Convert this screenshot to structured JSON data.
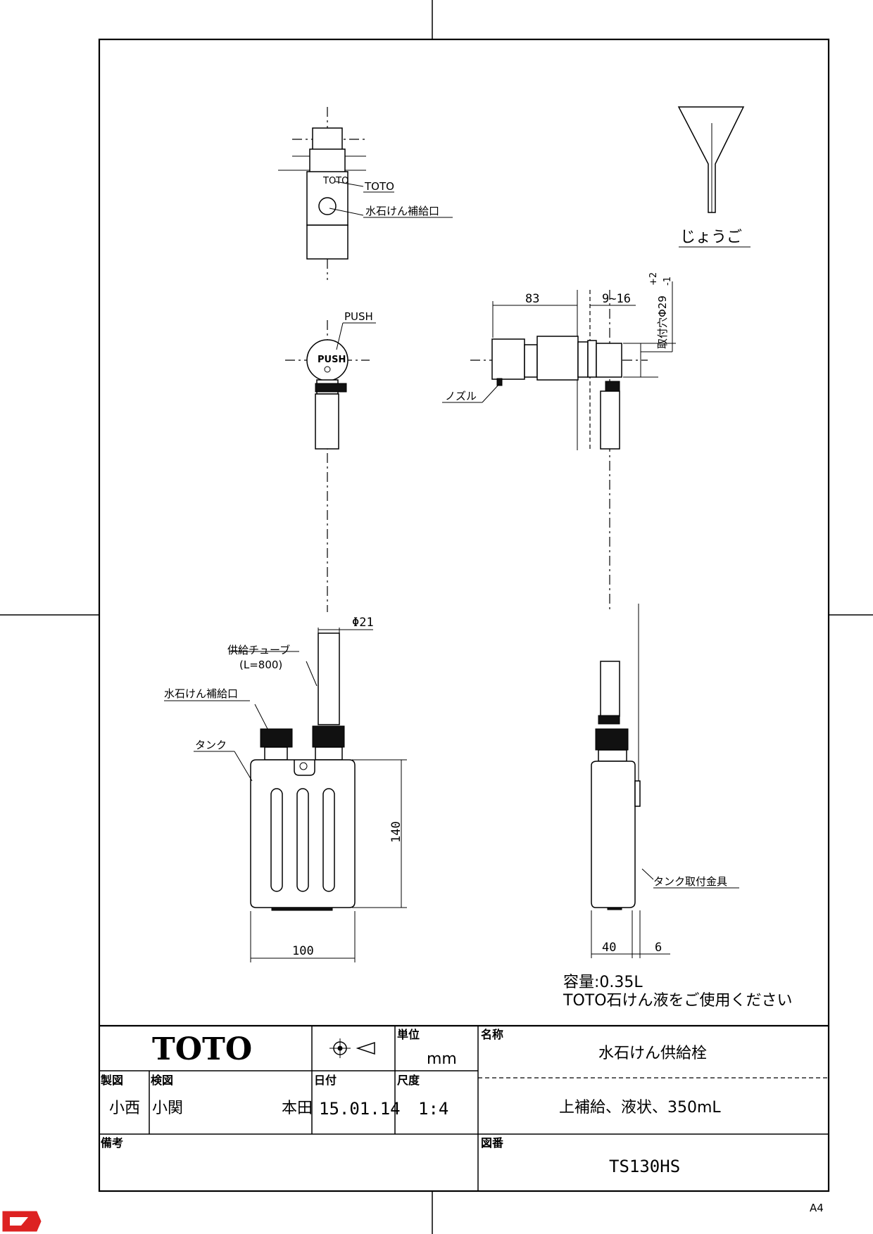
{
  "annotations": {
    "toto_mark": "TOTO",
    "refill_port_top": "水石けん補給口",
    "funnel": "じょうご",
    "push": "PUSH",
    "push_cap": "PUSH",
    "nozzle": "ノズル",
    "mount_hole": "取付穴Φ29",
    "mount_hole_tol_plus": "+2",
    "mount_hole_tol_minus": "-1",
    "supply_tube": "供給チューブ",
    "supply_tube_len": "(L=800)",
    "refill_port_tank": "水石けん補給口",
    "tank": "タンク",
    "tank_bracket": "タンク取付金具"
  },
  "dimensions": {
    "d83": "83",
    "d9_16": "9~16",
    "phi21": "Φ21",
    "h140": "140",
    "w100": "100",
    "d40": "40",
    "d6": "6"
  },
  "notes": {
    "capacity": "容量:0.35L",
    "usage": "TOTO石けん液をご使用ください"
  },
  "title_block": {
    "logo": "TOTO",
    "unit_label": "単位",
    "unit_value": "mm",
    "name_label": "名称",
    "name_value": "水石けん供給栓",
    "drawn_label": "製図",
    "drawn_by": "小西",
    "checked_label": "検図",
    "checked_by": "小関",
    "approved_by": "本田",
    "date_label": "日付",
    "date_value": "15.01.14",
    "scale_label": "尺度",
    "scale_value": "1:4",
    "spec_value": "上補給、液状、350mL",
    "remarks_label": "備考",
    "drawing_no_label": "図番",
    "drawing_no": "TS130HS",
    "paper_size": "A4"
  }
}
